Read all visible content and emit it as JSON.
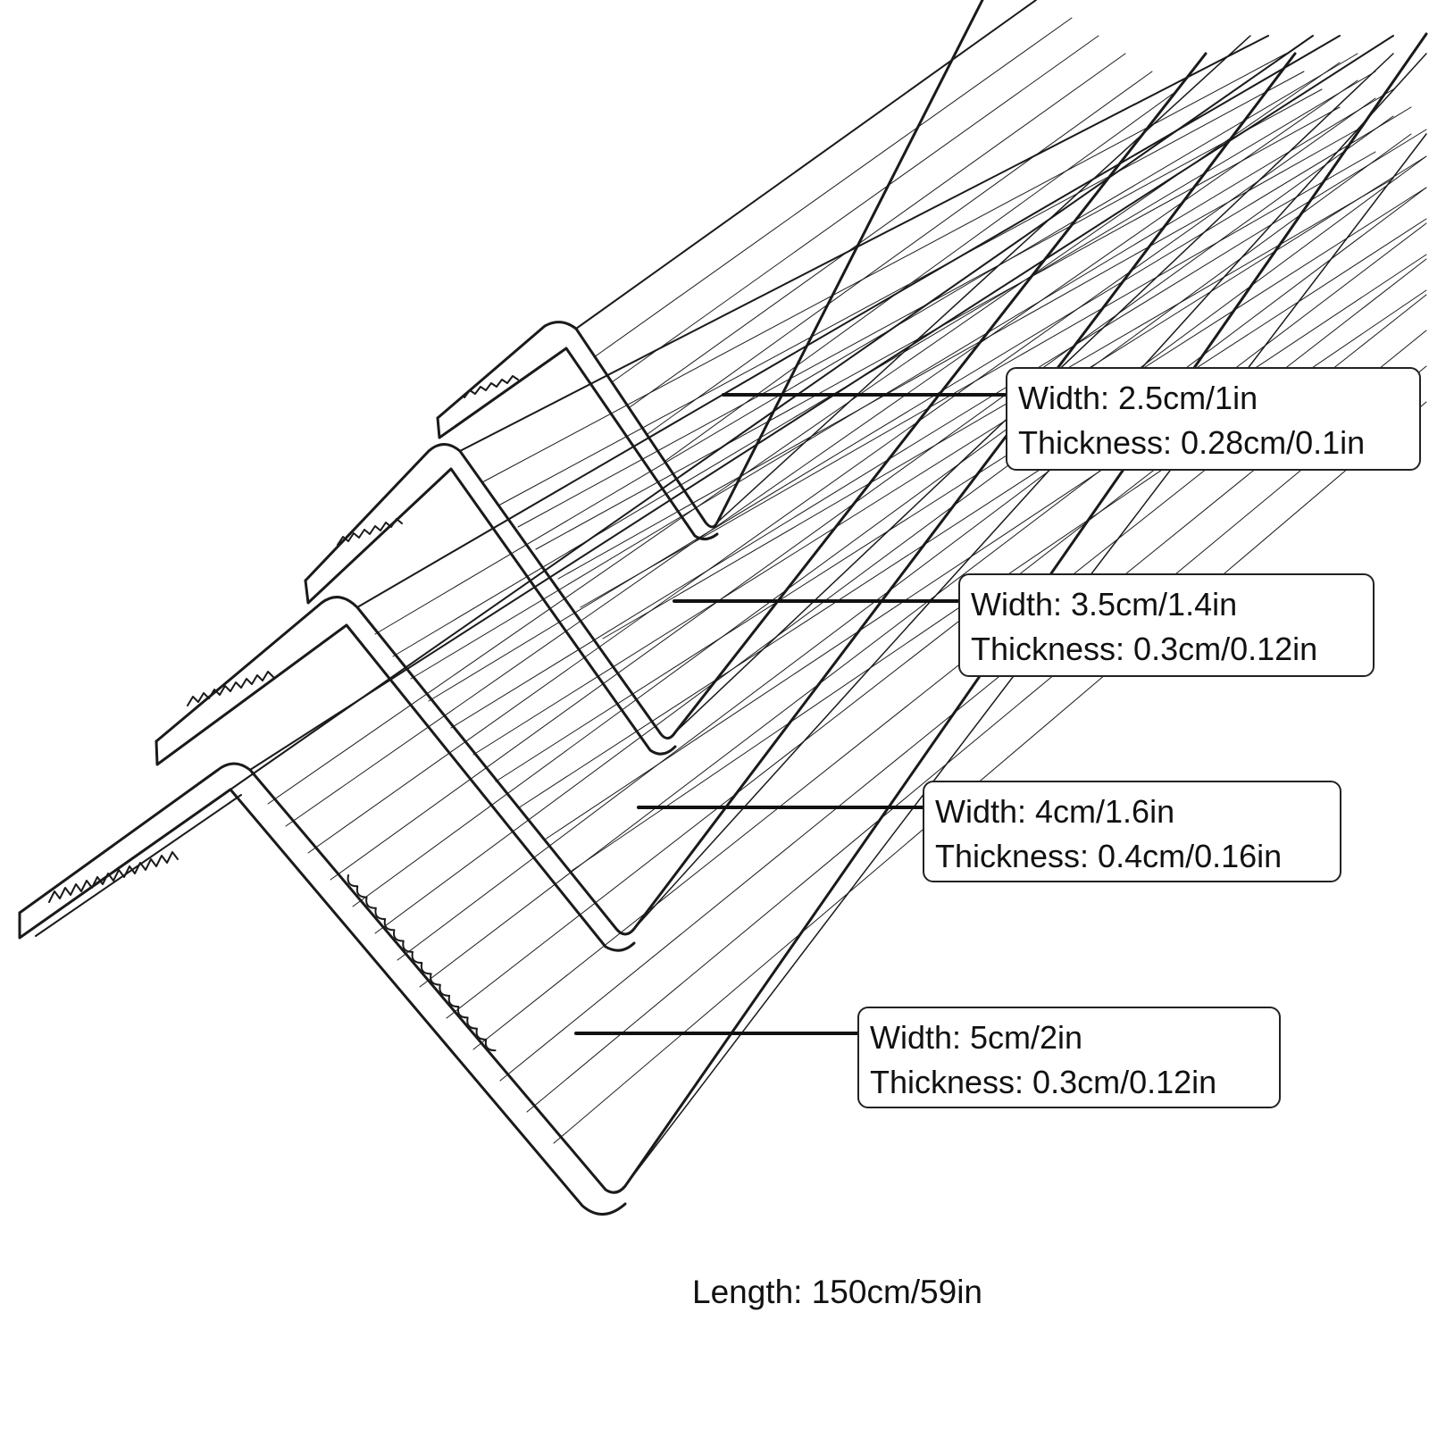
{
  "specs": [
    {
      "width": "Width: 2.5cm/1in",
      "thickness": "Thickness: 0.28cm/0.1in"
    },
    {
      "width": "Width: 3.5cm/1.4in",
      "thickness": "Thickness: 0.3cm/0.12in"
    },
    {
      "width": "Width: 4cm/1.6in",
      "thickness": "Thickness: 0.4cm/0.16in"
    },
    {
      "width": "Width: 5cm/2in",
      "thickness": "Thickness: 0.3cm/0.12in"
    }
  ],
  "length": "Length: 150cm/59in",
  "colors": {
    "line": "#1a1a1a",
    "background": "#ffffff"
  }
}
